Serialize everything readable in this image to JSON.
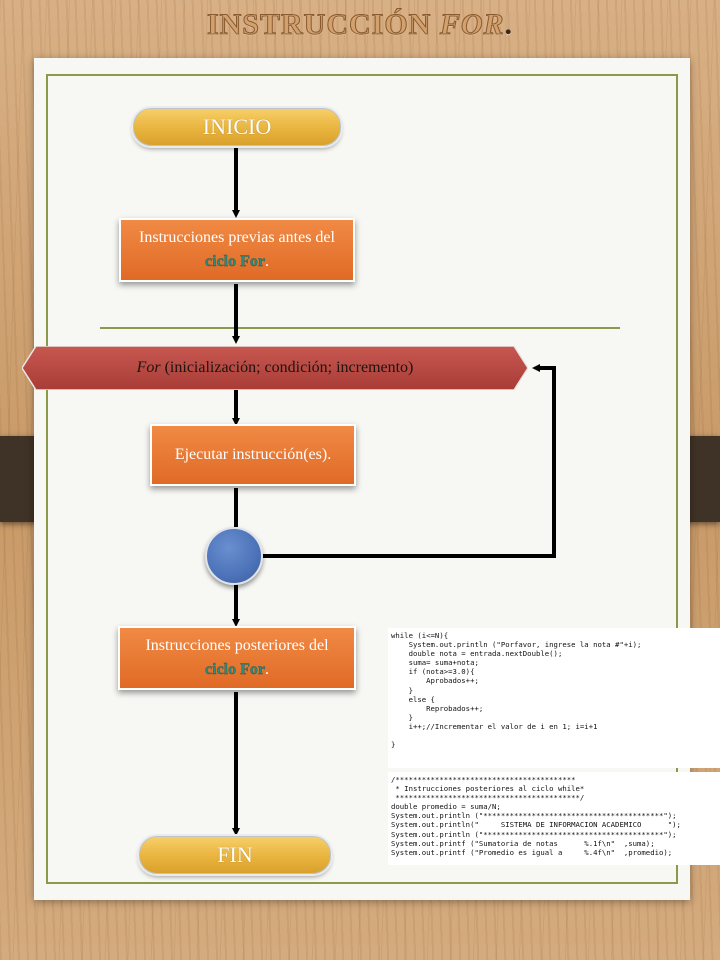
{
  "title": {
    "main": "INSTRUCCIÓN ",
    "italic": "FOR",
    "dot": "."
  },
  "flow": {
    "start": "INICIO",
    "pre_text": "Instrucciones previas antes del ",
    "pre_highlight": "ciclo For",
    "pre_end": ".",
    "for_keyword": "For",
    "for_rest": "(inicialización; condición; incremento)",
    "body": "Ejecutar instrucción(es).",
    "post_text": "Instrucciones posteriores del ",
    "post_highlight": "ciclo For",
    "post_end": ".",
    "end": "FIN"
  },
  "code_top": [
    "while (i<=N){",
    "    System.out.println (\"Porfavor, ingrese la nota #\"+i);",
    "    double nota = entrada.nextDouble();",
    "    suma= suma+nota;",
    "    if (nota>=3.0){",
    "        Aprobados++;",
    "    }",
    "    else {",
    "        Reprobados++;",
    "    }",
    "    i++;//Incrementar el valor de i en 1; i=i+1",
    "",
    "}"
  ],
  "code_bottom": [
    "/*****************************************",
    " * Instrucciones posteriores al ciclo while*",
    " ******************************************/",
    "double promedio = suma/N;",
    "System.out.println (\"*****************************************\");",
    "System.out.println(\"     SISTEMA DE INFORMACION ACADEMICO      \");",
    "System.out.println (\"*****************************************\");",
    "System.out.printf (\"Sumatoria de notas      %.1f\\n\"  ,suma);",
    "System.out.printf (\"Promedio es igual a     %.4f\\n\"  ,promedio);"
  ],
  "colors": {
    "pill": "#e8b43e",
    "box": "#e06a26",
    "for_bar": "#b84a44",
    "circle": "#4c72b8",
    "highlight": "#2d8a7a",
    "frame": "#8a9a4a"
  }
}
